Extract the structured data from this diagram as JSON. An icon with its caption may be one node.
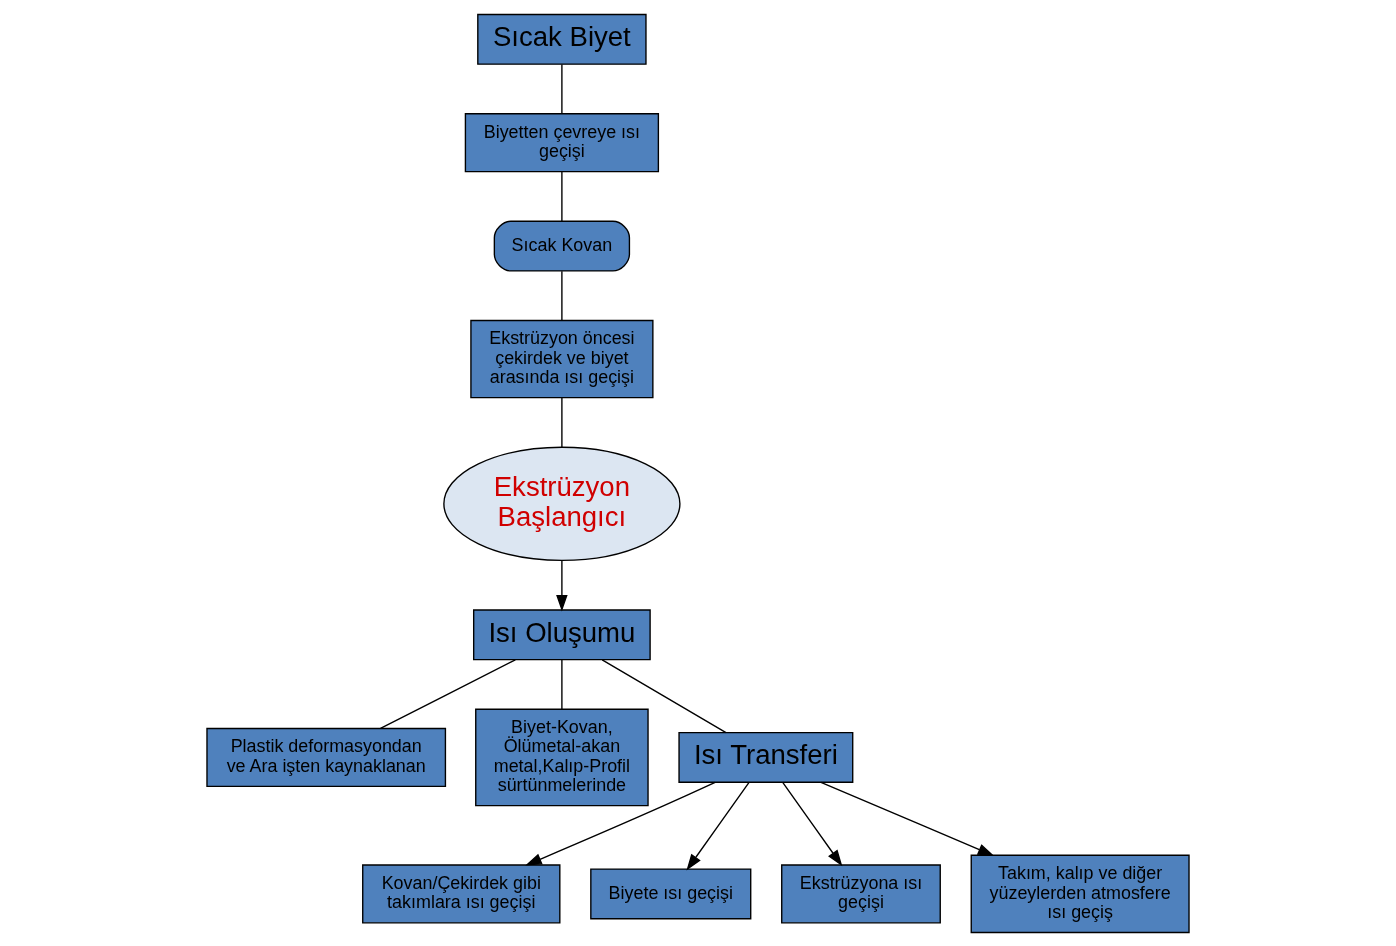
{
  "diagram": {
    "nodes": [
      {
        "text": [
          "Sıcak Biyet"
        ]
      },
      {
        "text": [
          "Biyetten çevreye ısı geçişi"
        ]
      },
      {
        "text": [
          "Sıcak Kovan"
        ]
      },
      {
        "text": [
          "Ekstrüzyon öncesi çekirdek ve biyet arasında ısı geçişi"
        ]
      },
      {
        "text": [
          "Ekstrüzyon Başlangıcı"
        ]
      },
      {
        "text": [
          "Isı Oluşumu"
        ]
      },
      {
        "text": [
          "Plastik deformasyondan ve Ara işten kaynaklanan"
        ]
      },
      {
        "text": [
          "Biyet-Kovan, Ölümetal-akan metal,Kalıp-Profil sürtünmelerinde"
        ]
      },
      {
        "text": [
          "Isı Transferi"
        ]
      },
      {
        "text": [
          "Kovan/Çekirdek gibi takımlara ısı geçişi"
        ]
      },
      {
        "text": [
          "Biyete ısı geçişi"
        ]
      },
      {
        "text": [
          "Ekstrüzyona ısı geçişi"
        ]
      },
      {
        "text": [
          "Takım, kalıp ve diğer yüzeylerden atmosfere ısı geçiş"
        ]
      }
    ],
    "edges": [
      {
        "from": 0,
        "to": 1,
        "arrow": "none"
      },
      {
        "from": 1,
        "to": 2,
        "arrow": "none"
      },
      {
        "from": 2,
        "to": 3,
        "arrow": "none"
      },
      {
        "from": 3,
        "to": 4,
        "arrow": "none"
      },
      {
        "from": 4,
        "to": 5,
        "arrow": "to"
      },
      {
        "from": 5,
        "to": 6,
        "arrow": "none"
      },
      {
        "from": 5,
        "to": 7,
        "arrow": "none"
      },
      {
        "from": 5,
        "to": 8,
        "arrow": "none"
      },
      {
        "from": 8,
        "to": 9,
        "arrow": "to"
      },
      {
        "from": 8,
        "to": 10,
        "arrow": "to"
      },
      {
        "from": 8,
        "to": 11,
        "arrow": "to"
      },
      {
        "from": 8,
        "to": 12,
        "arrow": "to"
      }
    ]
  }
}
